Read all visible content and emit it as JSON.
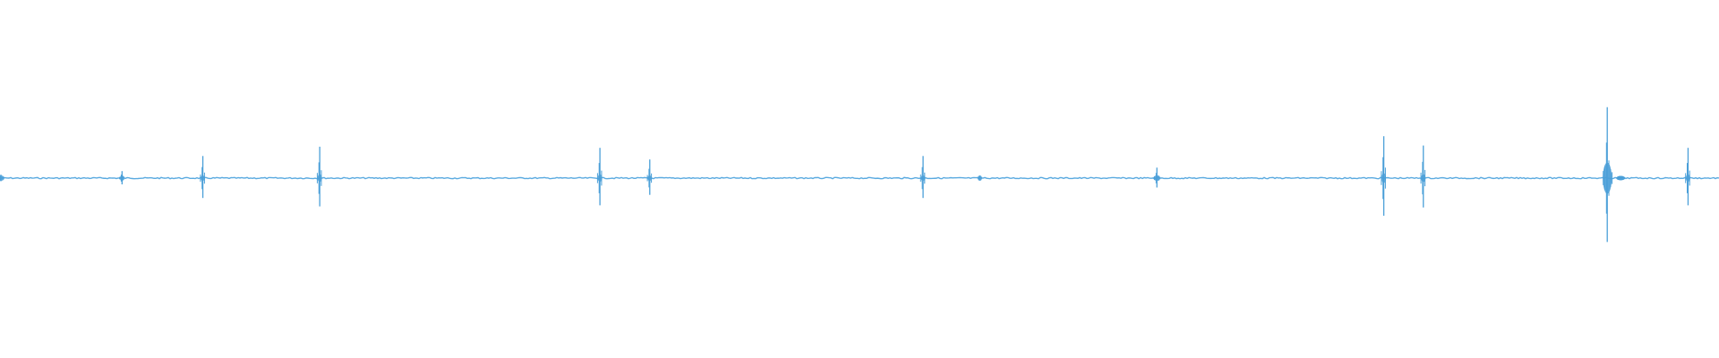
{
  "waveform": {
    "color": "#4a9fd8",
    "baseline_color": "#5aaae0",
    "peaks": [
      {
        "t": 0.0,
        "amp": 0.03,
        "kind": "onset"
      },
      {
        "t": 0.071,
        "amp": 0.06,
        "kind": "spike"
      },
      {
        "t": 0.118,
        "amp": 0.19,
        "kind": "spike"
      },
      {
        "t": 0.186,
        "amp": 0.27,
        "kind": "spike"
      },
      {
        "t": 0.349,
        "amp": 0.26,
        "kind": "spike"
      },
      {
        "t": 0.378,
        "amp": 0.16,
        "kind": "spike"
      },
      {
        "t": 0.537,
        "amp": 0.19,
        "kind": "spike"
      },
      {
        "t": 0.57,
        "amp": 0.02,
        "kind": "blip"
      },
      {
        "t": 0.673,
        "amp": 0.09,
        "kind": "onset"
      },
      {
        "t": 0.805,
        "amp": 0.36,
        "kind": "spike"
      },
      {
        "t": 0.828,
        "amp": 0.28,
        "kind": "spike"
      },
      {
        "t": 0.935,
        "amp": 0.61,
        "kind": "burst"
      },
      {
        "t": 0.982,
        "amp": 0.26,
        "kind": "spike"
      }
    ]
  }
}
